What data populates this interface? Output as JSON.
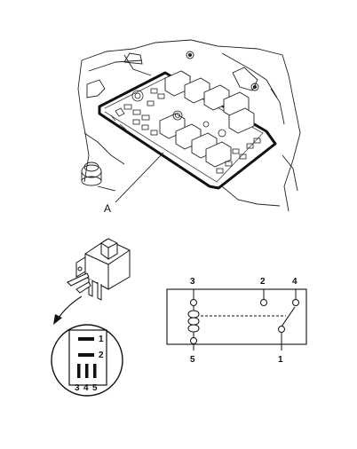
{
  "fuse_box": {
    "callout_label": "A"
  },
  "relay_top_view": {
    "pin_labels": [
      "1",
      "2"
    ],
    "bottom_labels": [
      "3",
      "4",
      "5"
    ]
  },
  "schematic": {
    "terminals": [
      "3",
      "2",
      "4",
      "5",
      "1"
    ]
  }
}
